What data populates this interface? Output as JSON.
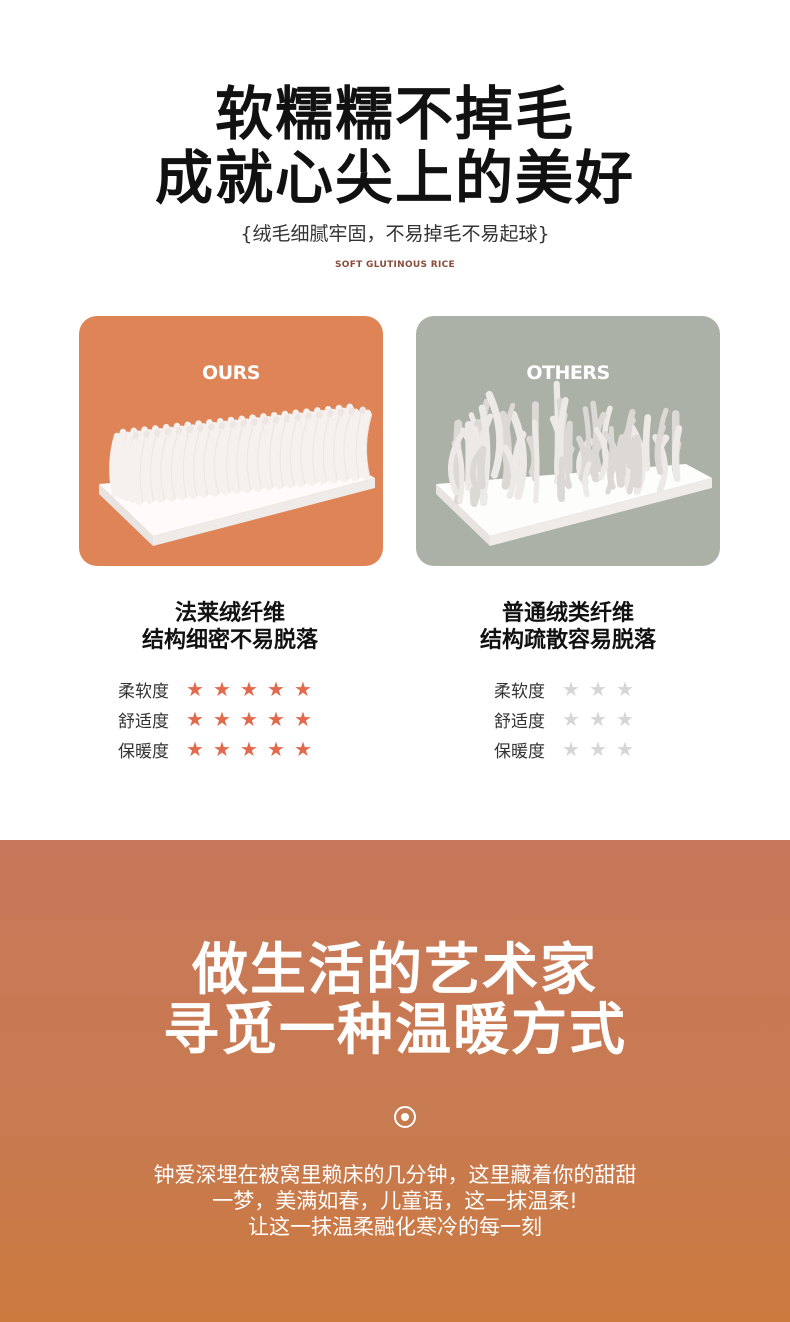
{
  "header": {
    "title_line1": "软糯糯不掉毛",
    "title_line2": "成就心尖上的美好",
    "subtitle": "{绒毛细腻牢固，不易掉毛不易起球}",
    "english_tag": "SOFT GLUTINOUS RICE"
  },
  "comparison": {
    "ours": {
      "label": "OURS",
      "title_line1": "法莱绒纤维",
      "title_line2": "结构细密不易脱落",
      "ratings": [
        {
          "label": "柔软度",
          "stars": 5,
          "max": 5
        },
        {
          "label": "舒适度",
          "stars": 5,
          "max": 5
        },
        {
          "label": "保暖度",
          "stars": 5,
          "max": 5
        }
      ]
    },
    "others": {
      "label": "OTHERS",
      "title_line1": "普通绒类纤维",
      "title_line2": "结构疏散容易脱落",
      "ratings": [
        {
          "label": "柔软度",
          "stars": 0,
          "max": 3
        },
        {
          "label": "舒适度",
          "stars": 0,
          "max": 3
        },
        {
          "label": "保暖度",
          "stars": 0,
          "max": 3
        }
      ]
    }
  },
  "lifestyle": {
    "title_line1": "做生活的艺术家",
    "title_line2": "寻觅一种温暖方式",
    "icon": "target-circle-icon",
    "text_line1": "钟爱深埋在被窝里赖床的几分钟，这里藏着你的甜甜",
    "text_line2": "一梦，美满如春，儿童语，这一抹温柔!",
    "text_line3": "让这一抹温柔融化寒冷的每一刻"
  },
  "colors": {
    "ours_card": "#df8456",
    "others_card": "#abb1a7",
    "star_on": "#e2694c",
    "star_off": "#d6d6d6",
    "bottom_bg": "#c8785a"
  }
}
